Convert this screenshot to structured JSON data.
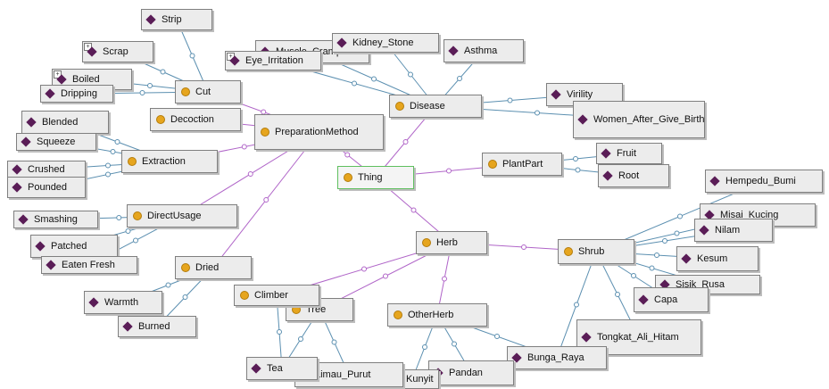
{
  "colors": {
    "subclass_edge": "#b065c8",
    "instance_edge": "#5b8fb0",
    "class_dot": "#e6a51e",
    "individual_diamond": "#5a1d57"
  },
  "nodes": {
    "thing": "Thing",
    "preparation": "PreparationMethod",
    "disease": "Disease",
    "plantpart": "PlantPart",
    "herb": "Herb",
    "shrub": "Shrub",
    "otherherb": "OtherHerb",
    "tree": "Tree",
    "climber": "Climber",
    "dried": "Dried",
    "directusage": "DirectUsage",
    "extraction": "Extraction",
    "decoction": "Decoction",
    "cut": "Cut",
    "strip": "Strip",
    "scrap": "Scrap",
    "boiled": "Boiled",
    "dripping": "Dripping",
    "blended": "Blended",
    "squeeze": "Squeeze",
    "crushed": "Crushed",
    "pounded": "Pounded",
    "smashing": "Smashing",
    "patched": "Patched",
    "eaten_fresh": "Eaten Fresh",
    "warmth": "Warmth",
    "burned": "Burned",
    "muscle_cramps": "Muscle_Cramps",
    "kidney_stone": "Kidney_Stone",
    "asthma": "Asthma",
    "eye_irritation": "Eye_Irritation",
    "virility": "Virility",
    "women_after_give_birth": "Women_After_Give_Birth",
    "fruit": "Fruit",
    "root": "Root",
    "hempedu_bumi": "Hempedu_Bumi",
    "misai_kucing": "Misai_Kucing",
    "nilam": "Nilam",
    "kesum": "Kesum",
    "sisik_rusa": "Sisik_Rusa",
    "capa": "Capa",
    "tongkat_ali_hitam": "Tongkat_Ali_Hitam",
    "bunga_raya": "Bunga_Raya",
    "tea": "Tea",
    "limau_purut": "Limau_Purut",
    "serai_kunyit": "Kunyit",
    "pandan": "Pandan"
  }
}
